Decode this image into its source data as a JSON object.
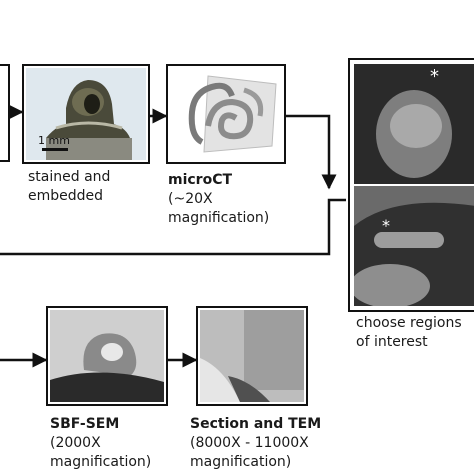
{
  "diagram": {
    "steps": [
      {
        "id": "stained",
        "line1": "stained and",
        "line2": "embedded"
      },
      {
        "id": "microct",
        "title": "microCT",
        "line1": "(~20X",
        "line2": "magnification)"
      },
      {
        "id": "roi",
        "line1": "choose regions",
        "line2": "of interest"
      },
      {
        "id": "sbfsem",
        "title": "SBF-SEM",
        "line1": "(2000X",
        "line2": "magnification)"
      },
      {
        "id": "tem",
        "title": "Section and TEM",
        "line1": "(8000X - 11000X",
        "line2": "magnification)"
      }
    ],
    "scale_bar_label": "1 mm",
    "roi_marker": "*"
  },
  "colors": {
    "line": "#111111",
    "ct_background": "#1a1a1a",
    "em_background": "#c8c8c8"
  }
}
